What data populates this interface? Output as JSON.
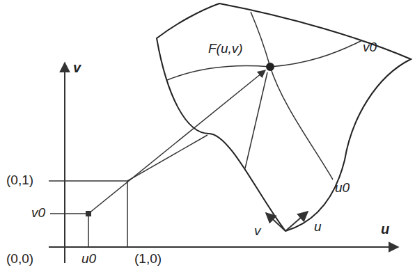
{
  "diagram": {
    "labels": [
      "v",
      "F(u,v)",
      "v0",
      "u0",
      "(0,1)",
      "v0",
      "v",
      "u",
      "u",
      "(0,0)",
      "u0",
      "(1,0)"
    ]
  }
}
